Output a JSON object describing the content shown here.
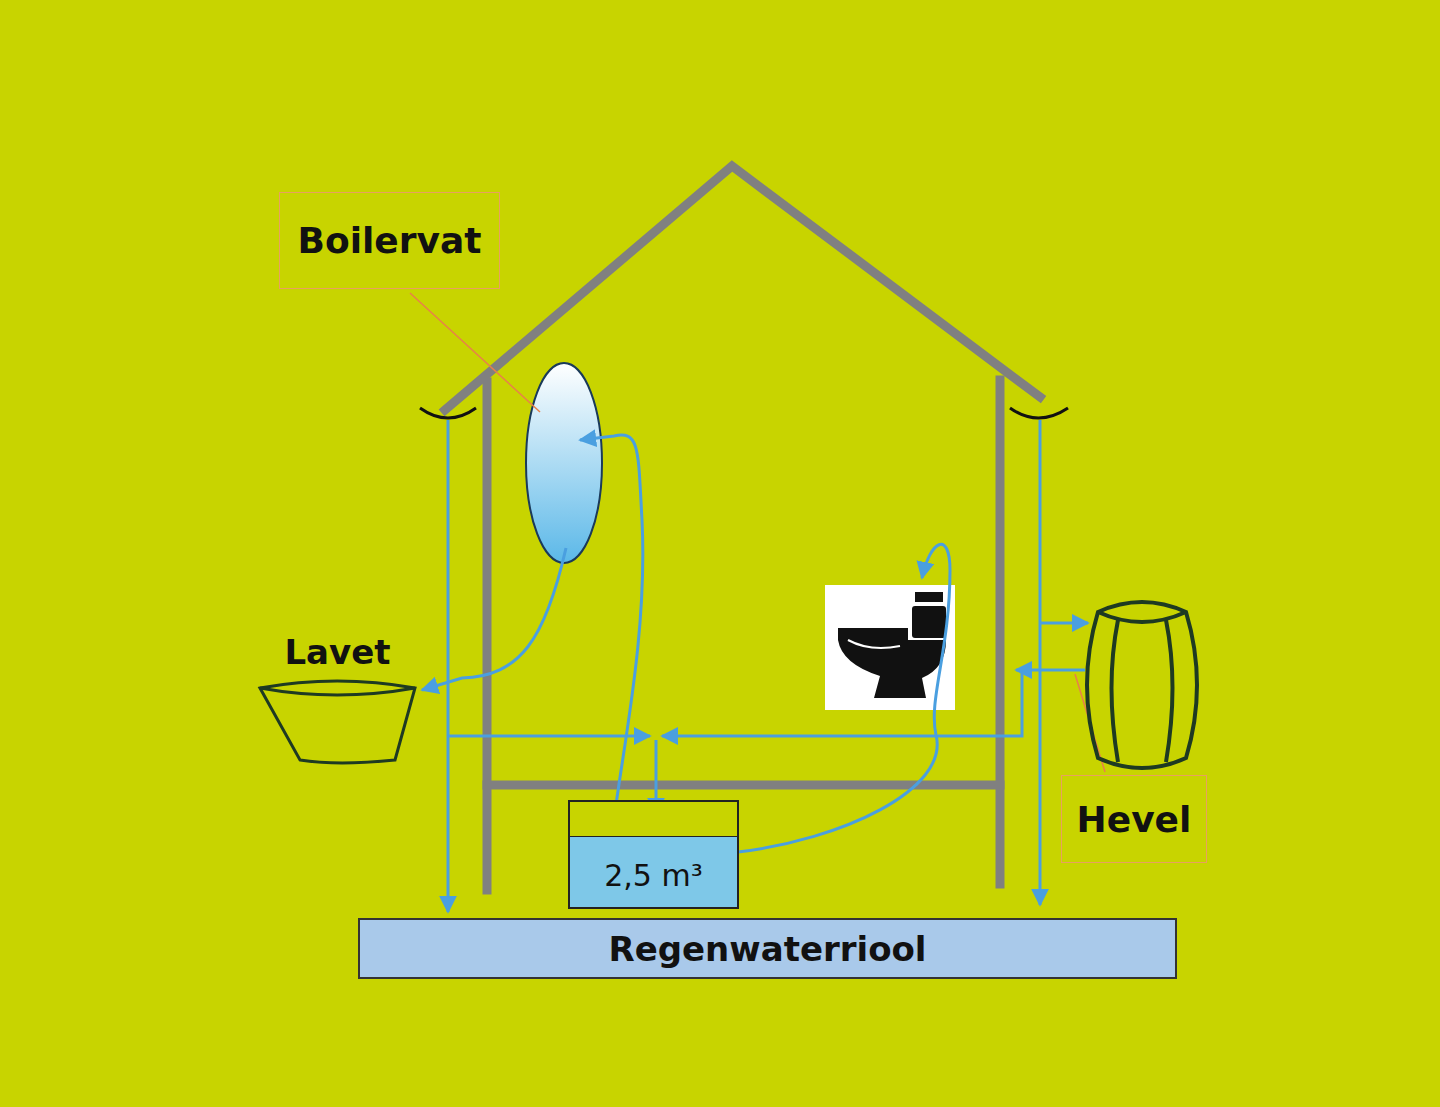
{
  "diagram": {
    "nodes": [
      {
        "text": [
          "Boilervat"
        ]
      },
      {
        "text": [
          "Lavet"
        ]
      },
      {
        "text": [
          "Hevel"
        ]
      },
      {
        "text": [
          "2,5 m³"
        ]
      },
      {
        "text": [
          "Regenwaterriool"
        ]
      }
    ]
  }
}
